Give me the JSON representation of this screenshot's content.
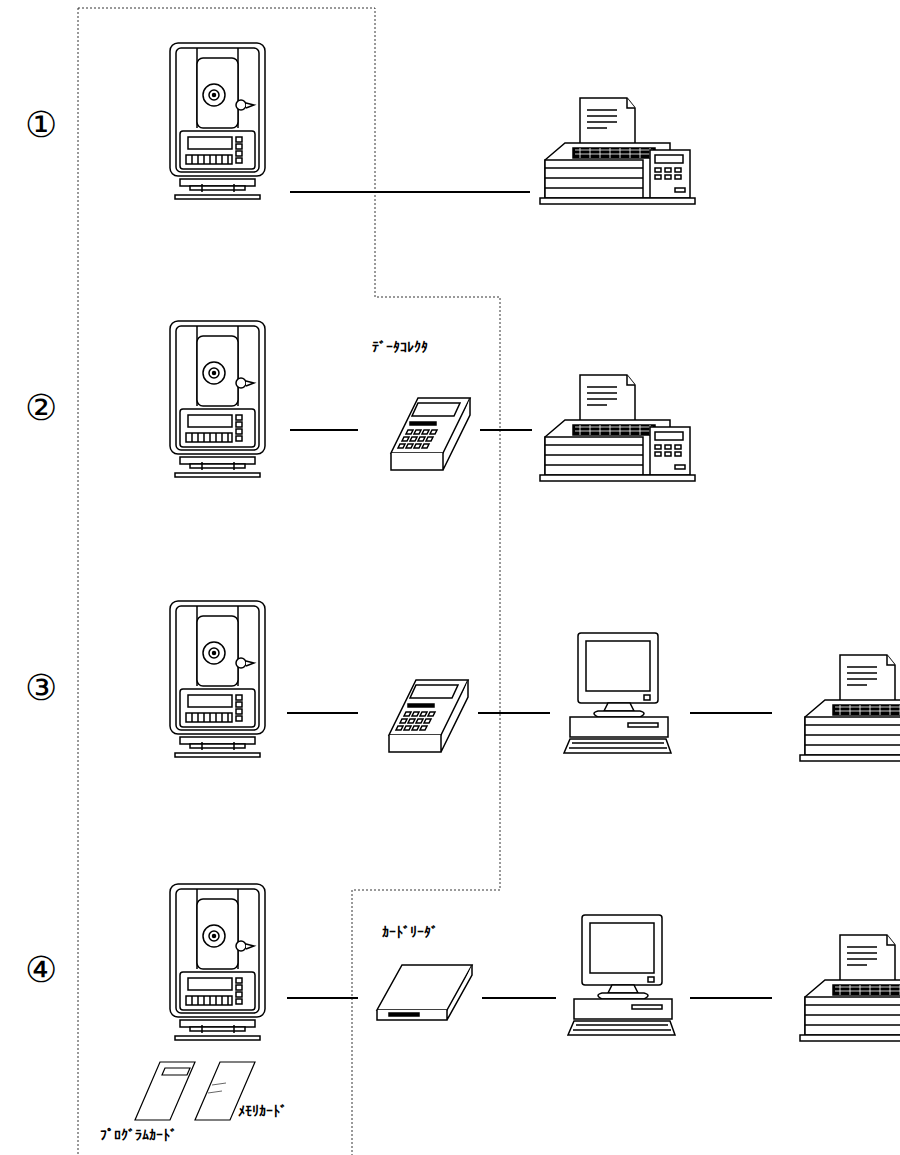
{
  "diagram": {
    "labels": [
      "①",
      "②",
      "③",
      "④",
      "ﾃﾞｰﾀｺﾚｸﾀ",
      "ｶｰﾄﾞﾘｰﾀﾞ",
      "ﾒﾓﾘｶｰﾄﾞ",
      "ﾌﾟﾛｸﾞﾗﾑｶｰﾄﾞ"
    ]
  }
}
